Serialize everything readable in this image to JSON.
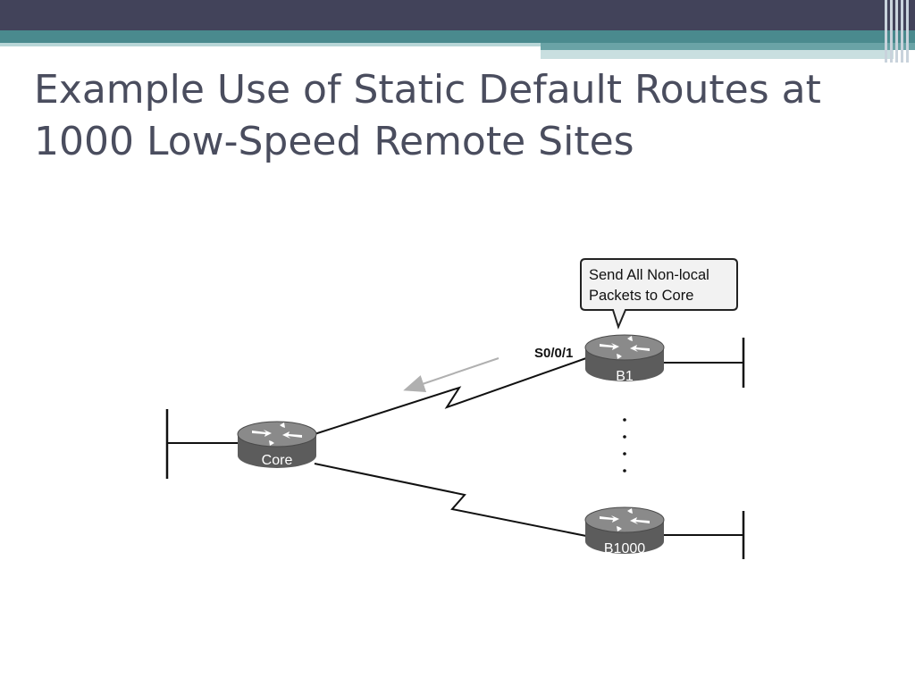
{
  "slide": {
    "title_line1": "Example Use of Static Default Routes at",
    "title_line2": "1000 Low-Speed Remote Sites"
  },
  "diagram": {
    "callout_line1": "Send All Non-local",
    "callout_line2": "Packets to Core",
    "interface_label": "S0/0/1",
    "routers": {
      "core": "Core",
      "b1": "B1",
      "b1000": "B1000"
    }
  },
  "colors": {
    "header_dark": "#42435a",
    "header_teal": "#4a8a8e",
    "header_light": "#9fc7c9",
    "title_text": "#4a4d5e",
    "router_body": "#5c5c5c",
    "router_top": "#8a8a8a",
    "arrow_gray": "#b0b0b0"
  }
}
